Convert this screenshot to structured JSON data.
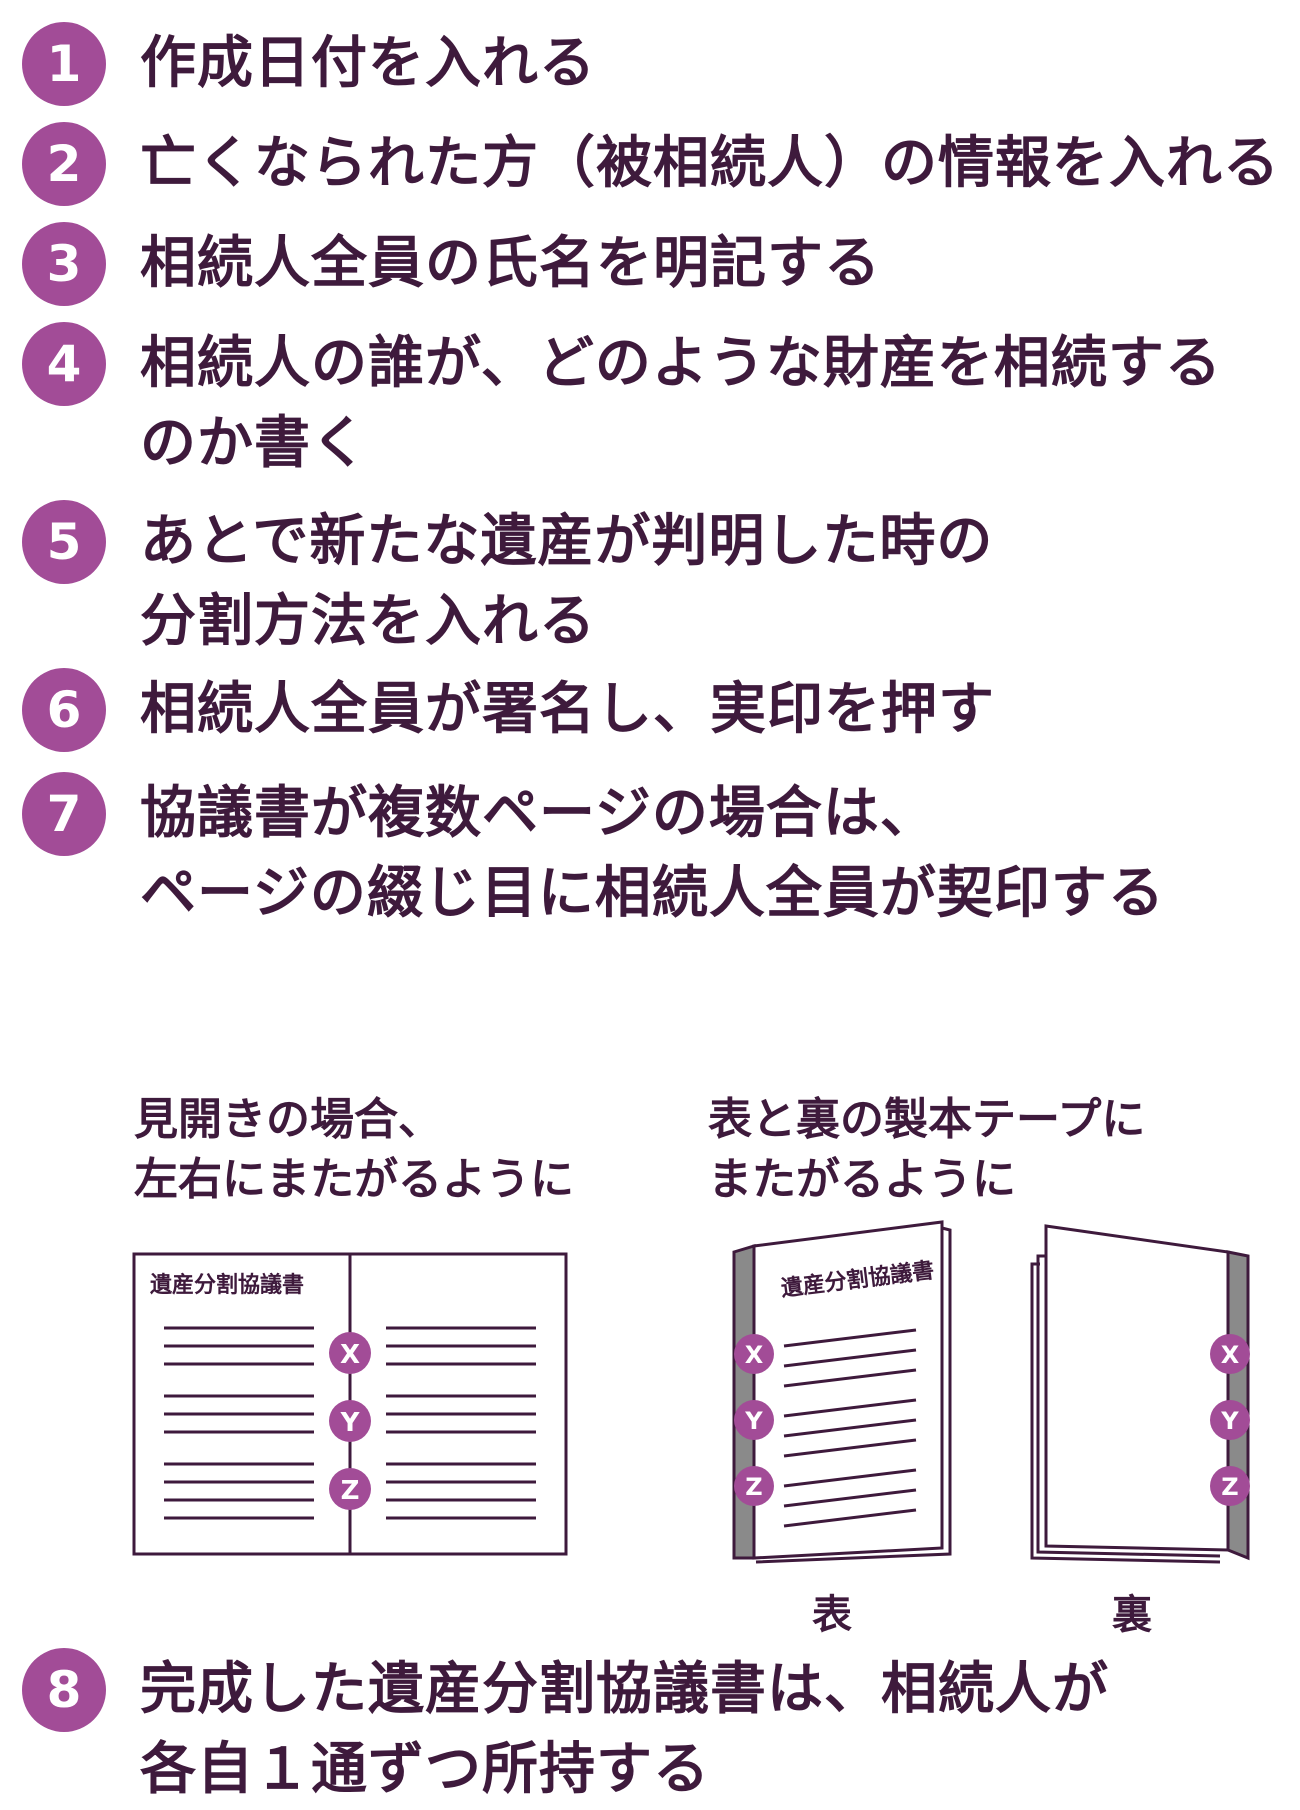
{
  "steps": [
    {
      "num": "1",
      "lines": [
        "作成日付を入れる"
      ]
    },
    {
      "num": "2",
      "lines": [
        "亡くなられた方（被相続人）の情報を入れる"
      ]
    },
    {
      "num": "3",
      "lines": [
        "相続人全員の氏名を明記する"
      ]
    },
    {
      "num": "4",
      "lines": [
        "相続人の誰が、どのような財産を相続する",
        "のか書く"
      ]
    },
    {
      "num": "5",
      "lines": [
        "あとで新たな遺産が判明した時の",
        "分割方法を入れる"
      ]
    },
    {
      "num": "6",
      "lines": [
        "相続人全員が署名し、実印を押す"
      ]
    },
    {
      "num": "7",
      "lines": [
        "協議書が複数ページの場合は、",
        "ページの綴じ目に相続人全員が契印する"
      ]
    },
    {
      "num": "8",
      "lines": [
        "完成した遺産分割協議書は、相続人が",
        "各自１通ずつ所持する"
      ]
    }
  ],
  "caption_spread": [
    "見開きの場合、",
    "左右にまたがるように"
  ],
  "caption_tape": [
    "表と裏の製本テープに",
    "またがるように"
  ],
  "doc_title": "遺産分割協議書",
  "seals": [
    "X",
    "Y",
    "Z"
  ],
  "label_front": "表",
  "label_back": "裏",
  "colors": {
    "accent": "#a24c97",
    "text": "#3e1a3c",
    "tape": "#8a8a8a"
  }
}
